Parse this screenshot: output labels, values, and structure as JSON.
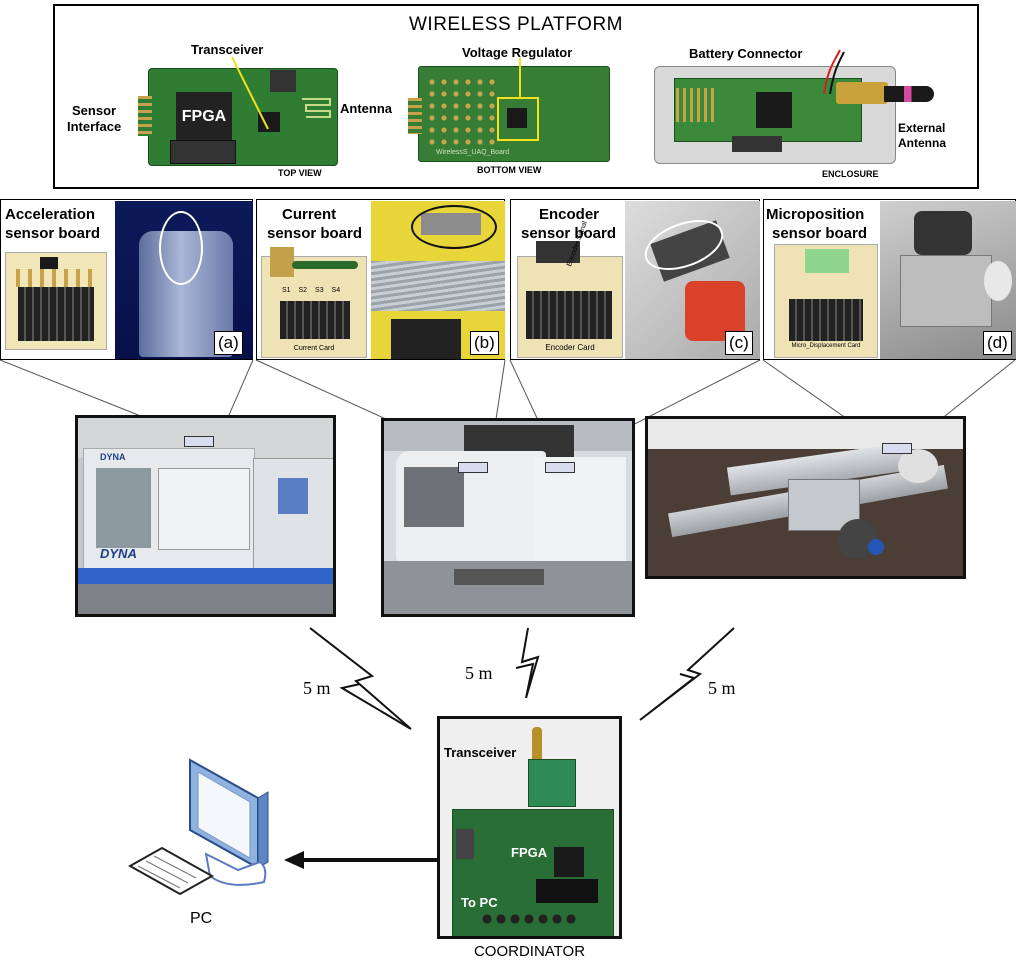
{
  "platform": {
    "title": "WIRELESS PLATFORM",
    "top_view": {
      "labels": [
        "Transceiver",
        "Sensor Interface",
        "FPGA",
        "Antenna"
      ],
      "sensor_line1": "Sensor",
      "sensor_line2": "Interface",
      "caption": "TOP VIEW"
    },
    "bottom_view": {
      "label": "Voltage Regulator",
      "caption": "BOTTOM VIEW",
      "silk": "WirelessS_UAQ_Board"
    },
    "enclosure": {
      "label": "Battery Connector",
      "ext_line1": "External",
      "ext_line2": "Antenna",
      "caption": "ENCLOSURE"
    }
  },
  "sensor_boards": [
    {
      "line1": "Acceleration",
      "line2": "sensor board",
      "tag": "(a)",
      "card_text": ""
    },
    {
      "line1": "Current",
      "line2": "sensor board",
      "tag": "(b)",
      "card_text": "Current Card",
      "pin_labels": [
        "S1",
        "S2",
        "S3",
        "S4"
      ]
    },
    {
      "line1": "Encoder",
      "line2": "sensor board",
      "tag": "(c)",
      "card_text": "Encoder Card",
      "top_text": "Encoder Signal"
    },
    {
      "line1": "Microposition",
      "line2": "sensor board",
      "tag": "(d)",
      "card_text": "Micro_Displacement Card"
    }
  ],
  "machines": {
    "mill_brand": "DYNA"
  },
  "links": [
    {
      "distance": "5 m"
    },
    {
      "distance": "5 m"
    },
    {
      "distance": "5 m"
    }
  ],
  "coordinator": {
    "caption": "COORDINATOR",
    "transceiver": "Transceiver",
    "fpga": "FPGA",
    "to_pc": "To PC"
  },
  "pc": {
    "label": "PC"
  }
}
